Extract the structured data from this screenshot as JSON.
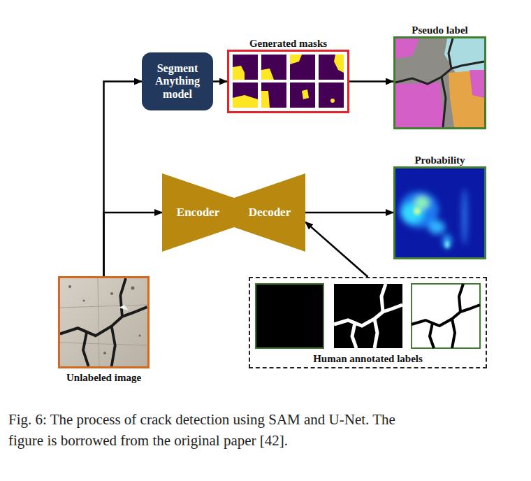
{
  "diagram": {
    "caption": "Fig. 6: The process of crack detection using SAM and U-Net. The figure is borrowed from the original paper [42].",
    "nodes": [
      {
        "text": [
          "Segment Anything model"
        ]
      },
      {
        "text": [
          "Generated masks"
        ]
      },
      {
        "text": [
          "Pseudo label"
        ]
      },
      {
        "text": [
          "Encoder"
        ]
      },
      {
        "text": [
          "Decoder"
        ]
      },
      {
        "text": [
          "Probability"
        ]
      },
      {
        "text": [
          "Unlabeled image"
        ]
      },
      {
        "text": [
          "Human annotated labels"
        ]
      }
    ],
    "edges": [
      {
        "from": 6,
        "to": 0,
        "arrow": "to"
      },
      {
        "from": 6,
        "to": 3,
        "arrow": "to"
      },
      {
        "from": 0,
        "to": 1,
        "arrow": "to"
      },
      {
        "from": 1,
        "to": 2,
        "arrow": "to"
      },
      {
        "from": 4,
        "to": 5,
        "arrow": "to"
      },
      {
        "from": 7,
        "to": 4,
        "arrow": "to"
      }
    ]
  }
}
